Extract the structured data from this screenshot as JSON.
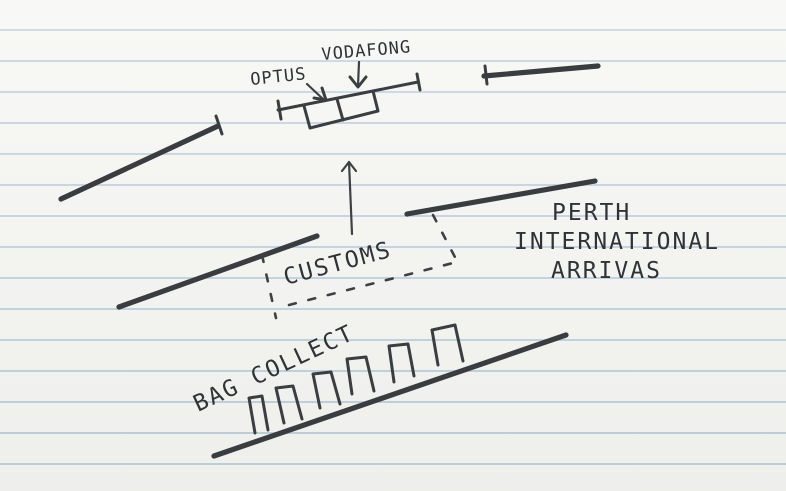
{
  "labels": {
    "optus": "OPTUS",
    "vodafone": "VODAFONG",
    "customs": "CUSTOMS",
    "perth": "PERTH",
    "international": "INTERNATIONAL",
    "arrivals": "ARRIVAS",
    "bag_collect": "BAG COLLECT"
  },
  "colors": {
    "ink": "#393d40",
    "paper": "#f6f6f3",
    "rule_lines": "#7da5c8"
  }
}
